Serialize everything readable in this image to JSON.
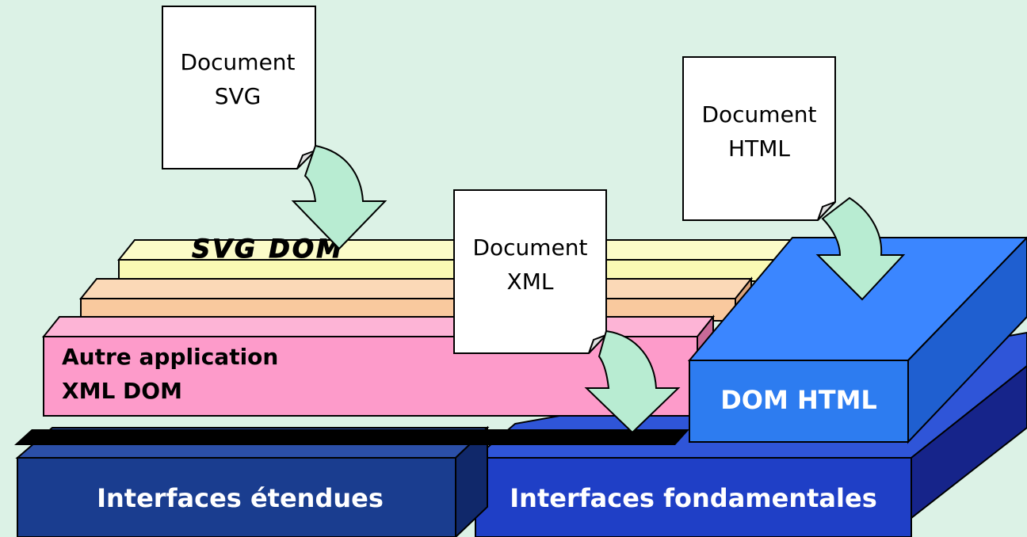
{
  "layers": {
    "svg_dom": "SVG DOM",
    "other_app_line1": "Autre application",
    "other_app_line2": "XML DOM",
    "dom_html": "DOM HTML",
    "extended_interfaces": "Interfaces étendues",
    "core_interfaces": "Interfaces fondamentales"
  },
  "documents": {
    "svg": {
      "line1": "Document",
      "line2": "SVG"
    },
    "html": {
      "line1": "Document",
      "line2": "HTML"
    },
    "xml": {
      "line1": "Document",
      "line2": "XML"
    }
  },
  "colors": {
    "background": "#dcf2e6",
    "svg_layer": "#fafab4",
    "middle_layer": "#f9c99e",
    "xml_layer": "#fd9bca",
    "dom_html": "#2d7cf0",
    "extended_base": "#1a3d8f",
    "core_base": "#1f3fc6",
    "arrow": "#b8ecd2"
  }
}
